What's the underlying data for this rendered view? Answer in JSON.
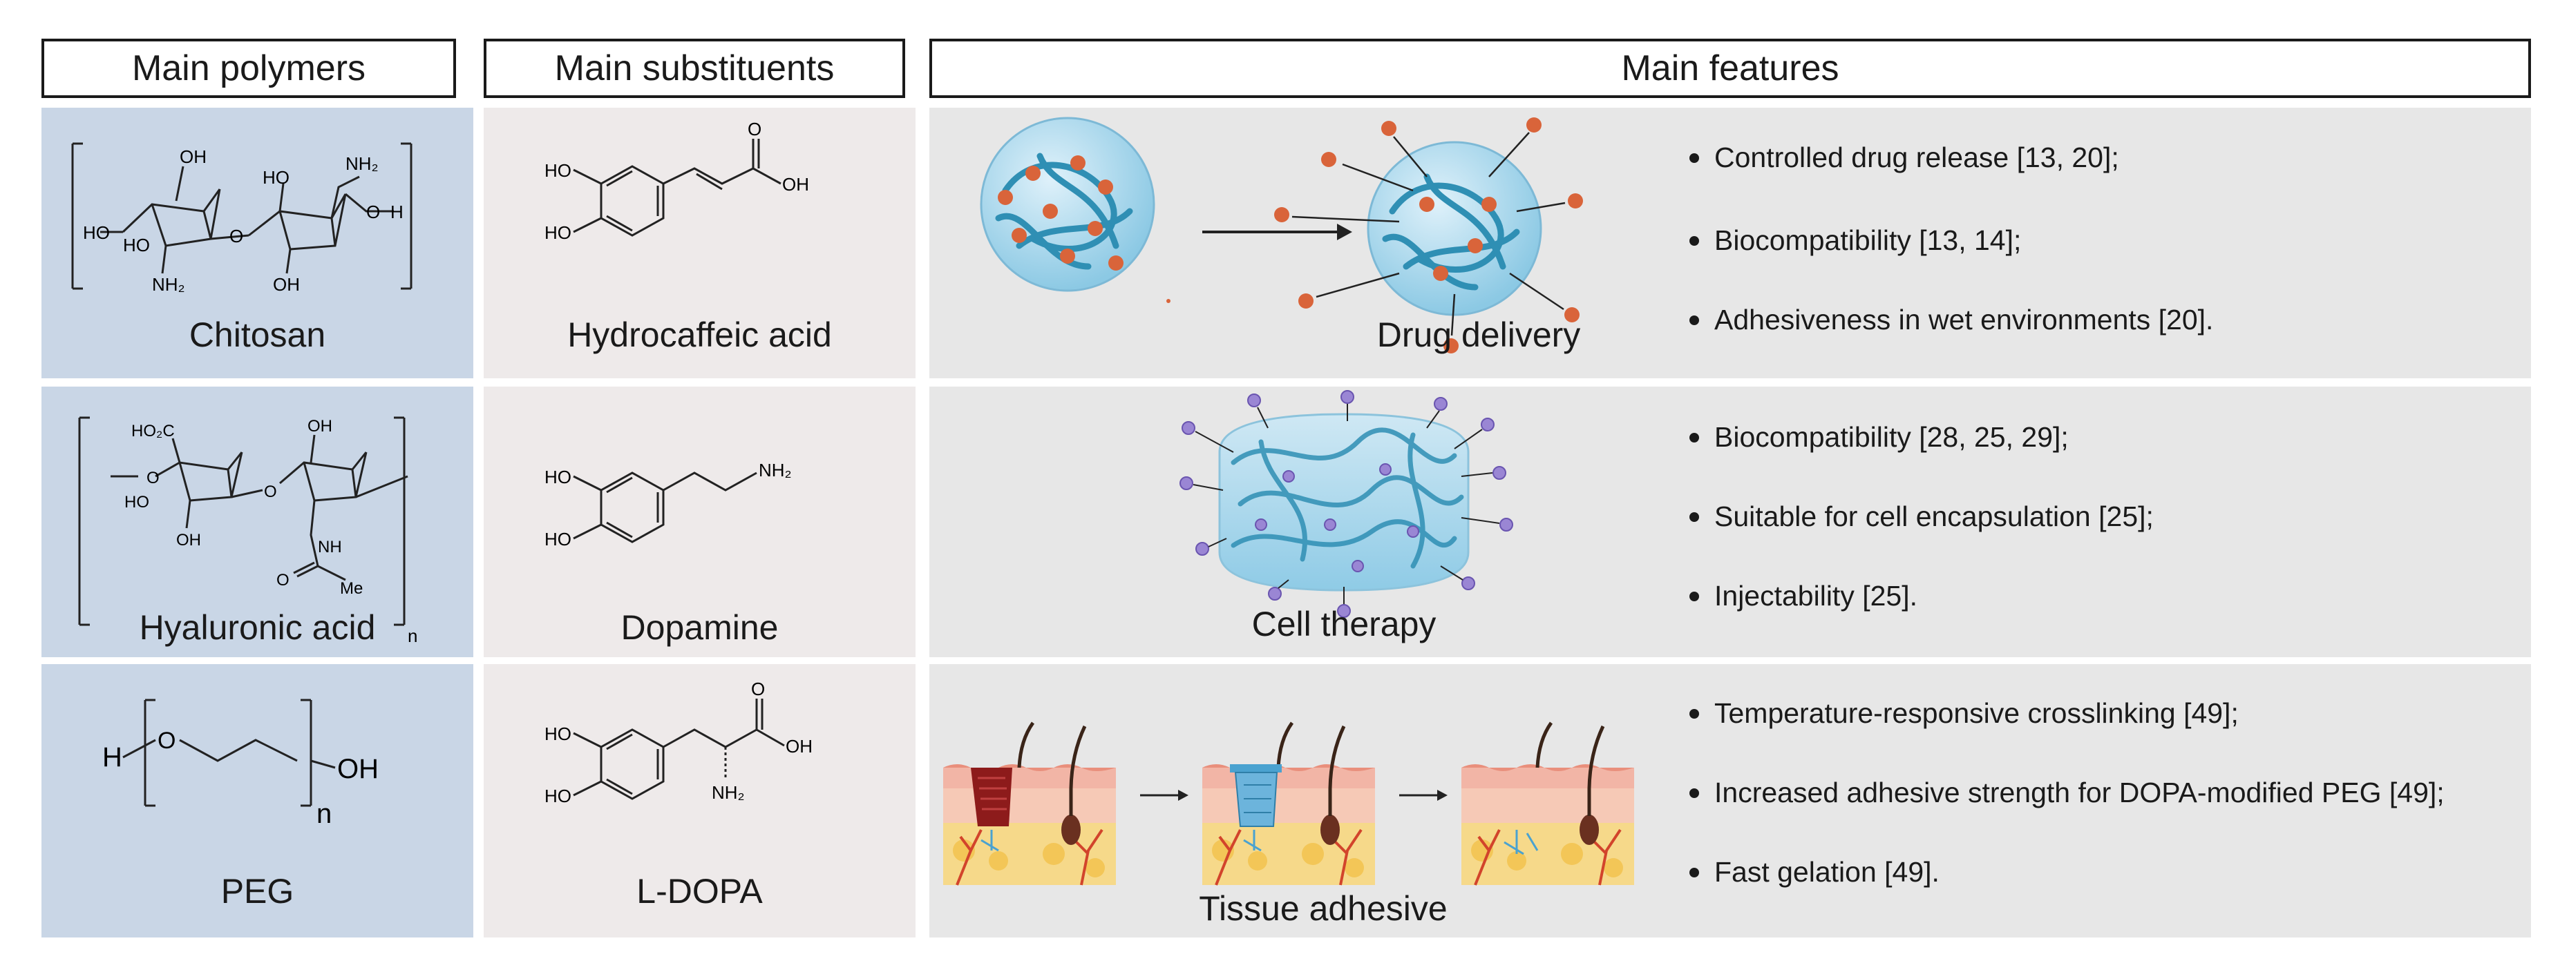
{
  "headers": {
    "polymers": "Main polymers",
    "substituents": "Main substituents",
    "features": "Main features"
  },
  "rows": [
    {
      "polymer": "Chitosan",
      "substituent": "Hydrocaffeic acid",
      "application": "Drug delivery",
      "features": [
        "Controlled drug release [13, 20];",
        "Biocompatibility [13, 14];",
        "Adhesiveness in wet environments [20]."
      ]
    },
    {
      "polymer": "Hyaluronic acid",
      "substituent": "Dopamine",
      "application": "Cell therapy",
      "features": [
        "Biocompatibility  [28, 25, 29];",
        "Suitable for cell encapsulation [25];",
        "Injectability [25]."
      ]
    },
    {
      "polymer": "PEG",
      "substituent": "L-DOPA",
      "application": "Tissue adhesive",
      "features": [
        "Temperature-responsive crosslinking [49];",
        "Increased adhesive strength for DOPA-modified PEG [49];",
        "Fast gelation [49]."
      ]
    }
  ],
  "chem": {
    "oh": "OH",
    "ho": "HO",
    "nh2": "NH₂",
    "o": "O",
    "h": "H",
    "n": "n",
    "ho2c": "HO₂C",
    "nh": "NH",
    "me": "Me"
  },
  "colors": {
    "polymer_bg": "#c9d6e6",
    "substituent_bg": "#eeeaea",
    "feature_bg": "#e7e7e7",
    "fiber": "#2f8fb4",
    "drug": "#d9643a",
    "cell": "#9a86d4"
  }
}
